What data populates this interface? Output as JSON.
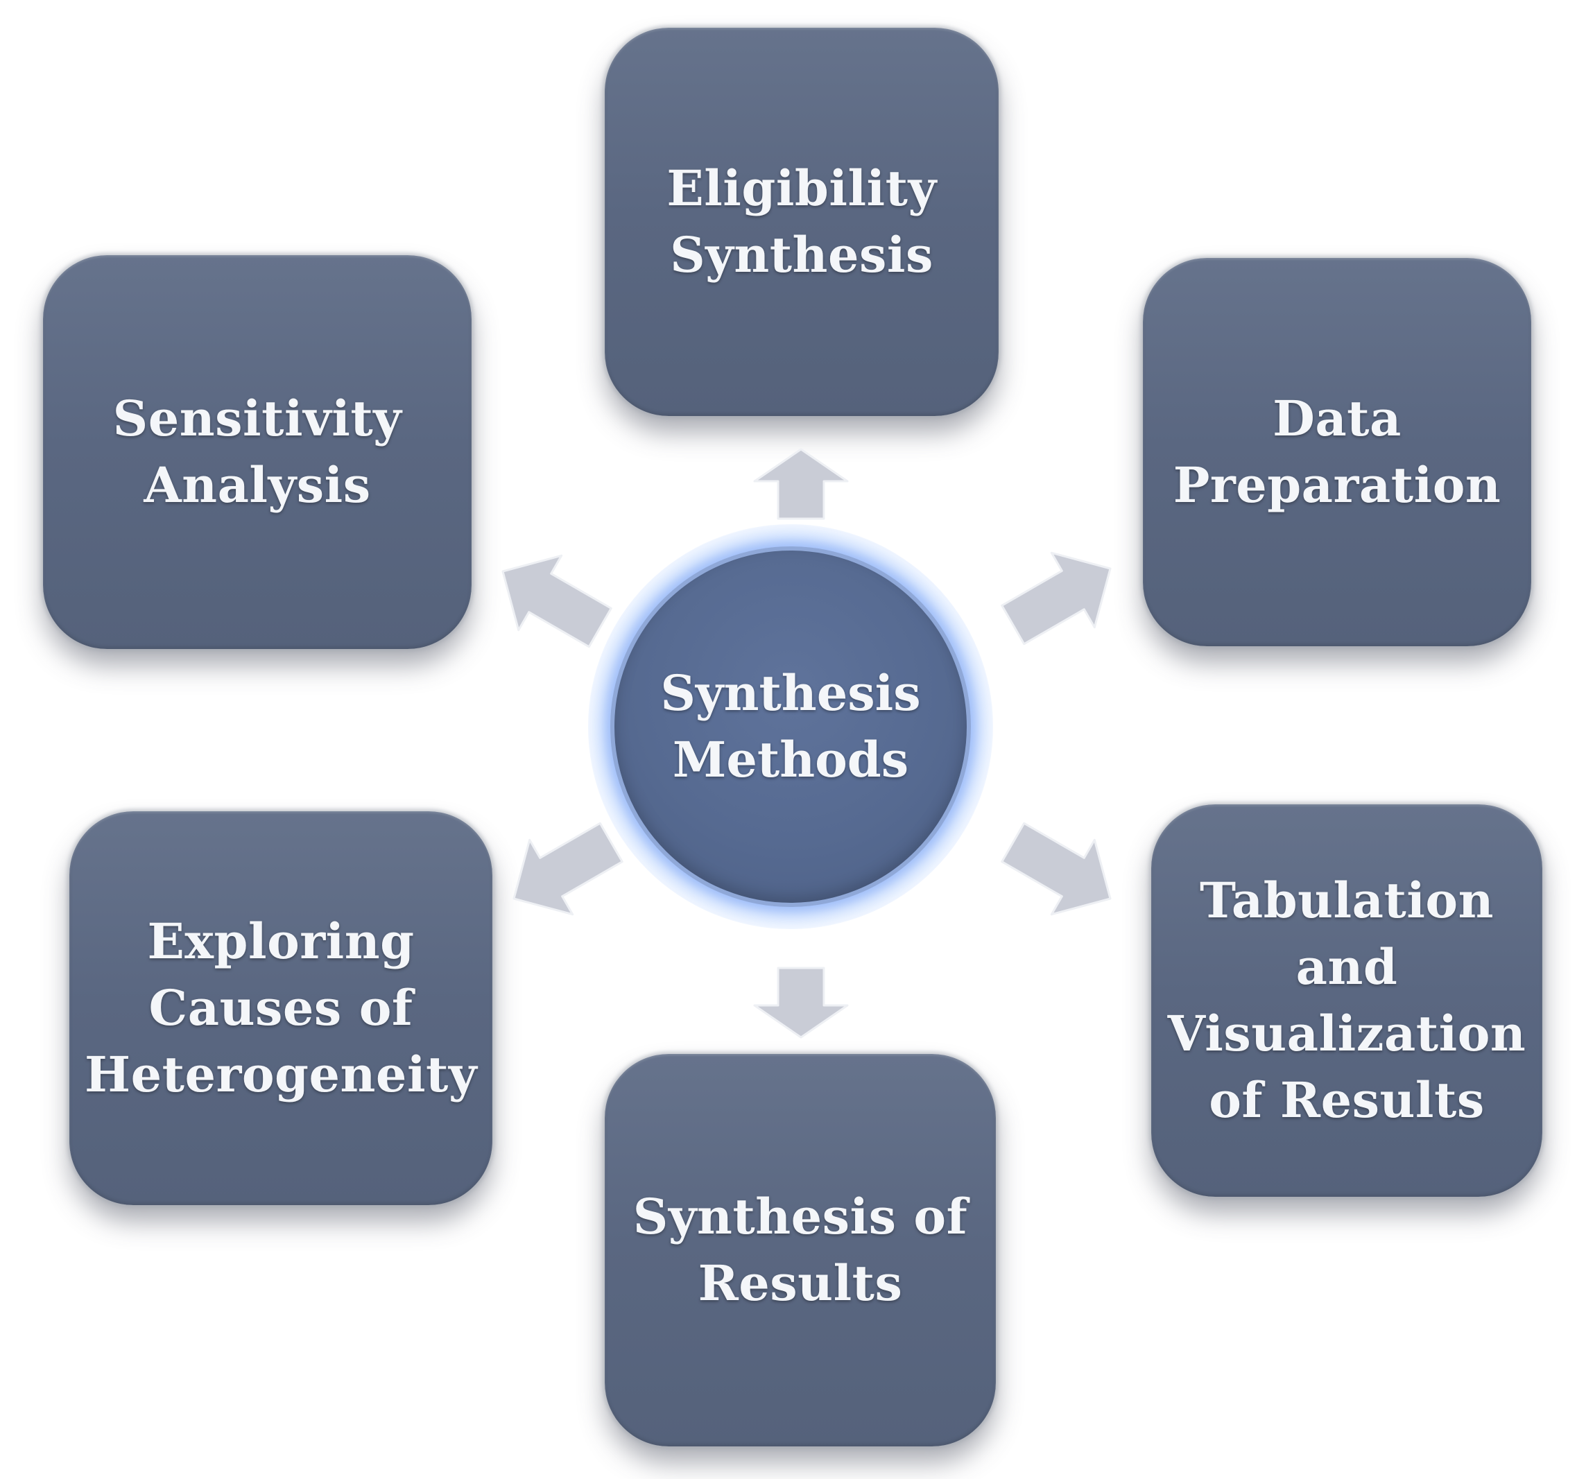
{
  "center": {
    "label": "Synthesis\nMethods"
  },
  "steps": [
    {
      "label": "Eligibility\nSynthesis"
    },
    {
      "label": "Data\nPreparation"
    },
    {
      "label": "Tabulation\nand\nVisualization\nof Results"
    },
    {
      "label": "Synthesis of\nResults"
    },
    {
      "label": "Exploring\nCauses of\nHeterogeneity"
    },
    {
      "label": "Sensitivity\nAnalysis"
    }
  ],
  "colors": {
    "box_fill": "#5a6781",
    "center_fill": "#566a91",
    "center_glow": "#8fa8d8",
    "arrow_fill": "#c9ccd6",
    "text": "#f4f6f9"
  },
  "icons": {
    "arrow": "arrow-icon"
  }
}
